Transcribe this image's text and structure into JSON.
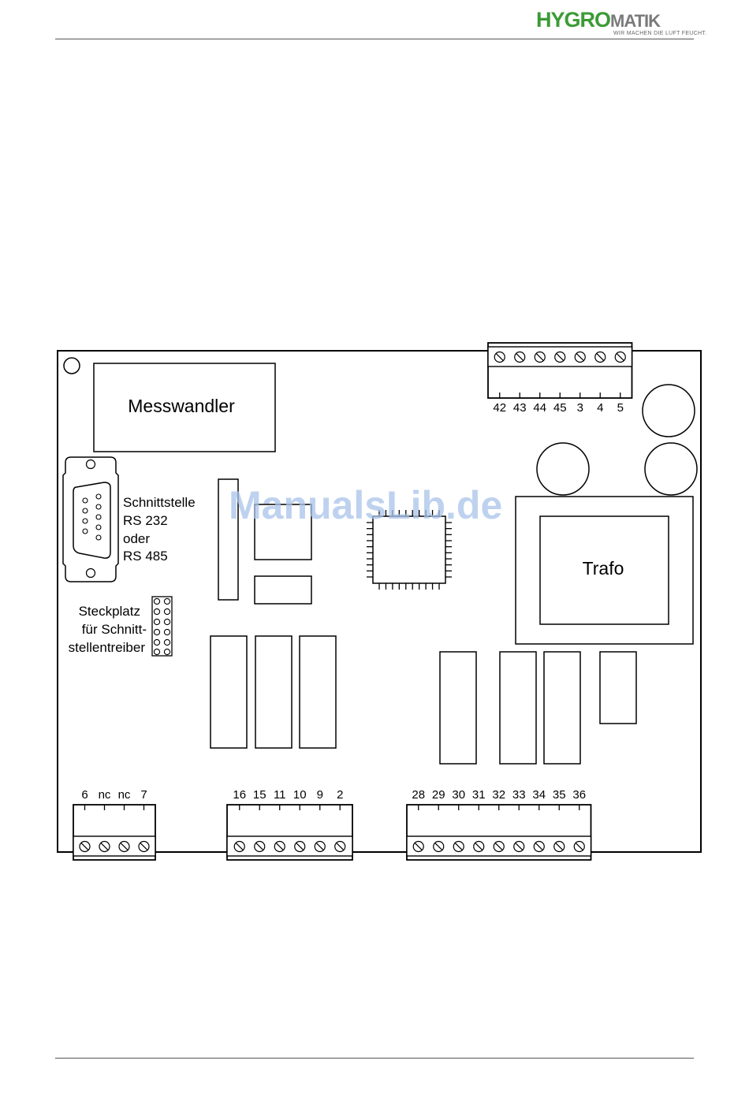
{
  "header": {
    "logo_brand_part1": "HYGRO",
    "logo_brand_part2": "MATIK",
    "logo_tagline": "WIR MACHEN DIE LUFT FEUCHT."
  },
  "diagram": {
    "labels": {
      "messwandler": "Messwandler",
      "trafo": "Trafo",
      "interface_lines": [
        "Schnittstelle",
        "RS 232",
        "oder",
        "RS 485"
      ],
      "slot_lines": [
        "Steckplatz",
        "für Schnitt-",
        "stellentreiber"
      ]
    },
    "terminals": {
      "top_right": [
        "42",
        "43",
        "44",
        "45",
        "3",
        "4",
        "5"
      ],
      "bottom_left": [
        "6",
        "nc",
        "nc",
        "7"
      ],
      "bottom_middle": [
        "16",
        "15",
        "11",
        "10",
        "9",
        "2"
      ],
      "bottom_right": [
        "28",
        "29",
        "30",
        "31",
        "32",
        "33",
        "34",
        "35",
        "36"
      ]
    }
  },
  "watermark": "ManualsLib.de"
}
